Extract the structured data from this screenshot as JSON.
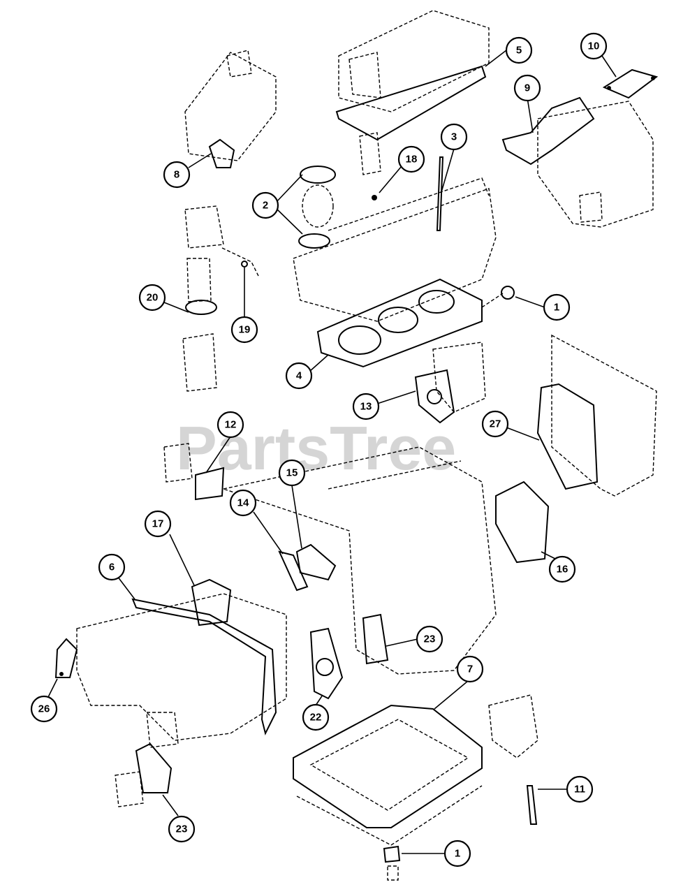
{
  "watermark": "PartsTree",
  "callouts": [
    {
      "id": "c5",
      "label": "5"
    },
    {
      "id": "c10",
      "label": "10"
    },
    {
      "id": "c9",
      "label": "9"
    },
    {
      "id": "c8",
      "label": "8"
    },
    {
      "id": "c3",
      "label": "3"
    },
    {
      "id": "c18",
      "label": "18"
    },
    {
      "id": "c2",
      "label": "2"
    },
    {
      "id": "c20",
      "label": "20"
    },
    {
      "id": "c19",
      "label": "19"
    },
    {
      "id": "c1a",
      "label": "1"
    },
    {
      "id": "c4",
      "label": "4"
    },
    {
      "id": "c13",
      "label": "13"
    },
    {
      "id": "c27",
      "label": "27"
    },
    {
      "id": "c12",
      "label": "12"
    },
    {
      "id": "c15",
      "label": "15"
    },
    {
      "id": "c14",
      "label": "14"
    },
    {
      "id": "c17",
      "label": "17"
    },
    {
      "id": "c6",
      "label": "6"
    },
    {
      "id": "c16",
      "label": "16"
    },
    {
      "id": "c23a",
      "label": "23"
    },
    {
      "id": "c26",
      "label": "26"
    },
    {
      "id": "c22",
      "label": "22"
    },
    {
      "id": "c7",
      "label": "7"
    },
    {
      "id": "c11",
      "label": "11"
    },
    {
      "id": "c23b",
      "label": "23"
    },
    {
      "id": "c1b",
      "label": "1"
    }
  ]
}
